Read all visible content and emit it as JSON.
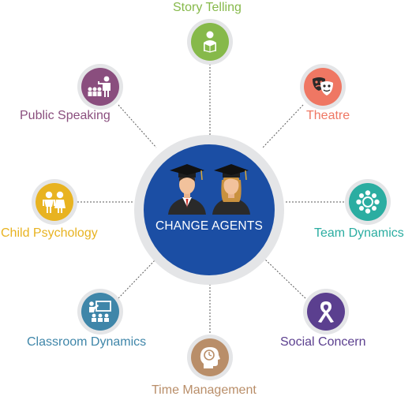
{
  "center": {
    "title": "CHANGE AGENTS",
    "color": "#1b4ea4",
    "ring_color": "#e4e5e7"
  },
  "nodes": [
    {
      "label": "Story Telling",
      "icon": "person-reading-icon",
      "color": "#86b94a"
    },
    {
      "label": "Theatre",
      "icon": "theatre-masks-icon",
      "color": "#ef7763"
    },
    {
      "label": "Team Dynamics",
      "icon": "team-circle-icon",
      "color": "#2bada1"
    },
    {
      "label": "Social Concern",
      "icon": "awareness-ribbon-icon",
      "color": "#5b3f8f"
    },
    {
      "label": "Time Management",
      "icon": "head-clock-icon",
      "color": "#b98e69"
    },
    {
      "label": "Classroom Dynamics",
      "icon": "classroom-presenter-icon",
      "color": "#3f86a9"
    },
    {
      "label": "Child Psychology",
      "icon": "children-icon",
      "color": "#e8b321"
    },
    {
      "label": "Public Speaking",
      "icon": "speaker-audience-icon",
      "color": "#8a4e7e"
    }
  ]
}
